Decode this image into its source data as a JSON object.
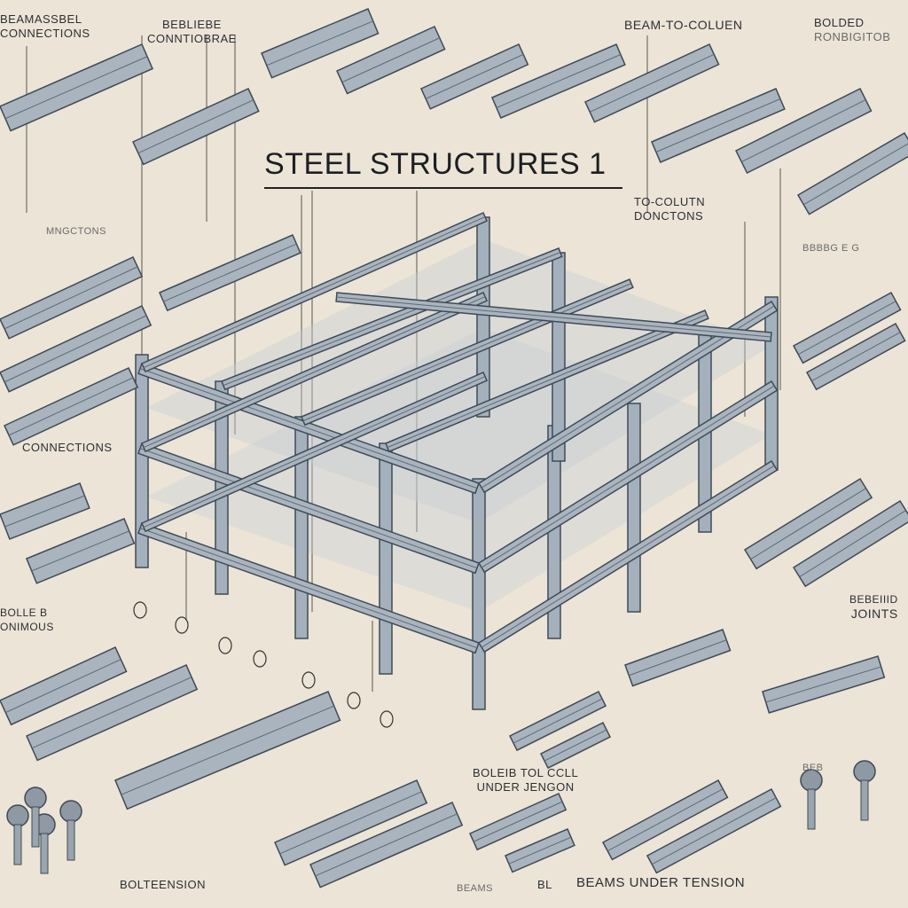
{
  "title": "STEEL STRUCTURES 1",
  "labels": {
    "top_left_1": "BEAMASSBEL",
    "top_left_2": "CONNECTIONS",
    "top_mid_1": "BEBLIEBE",
    "top_mid_2": "CONNTIOBRAE",
    "top_right_1": "BEAM-TO-COLUEN",
    "top_right_2a": "BOLDED",
    "top_right_2b": "RONBIGITOB",
    "right_conn_1": "TO-COLUTN",
    "right_conn_2": "DONCTONS",
    "right_small": "BBBBG E G",
    "left_mngctons": "MNGCTONS",
    "left_connections": "CONNECTIONS",
    "left_bolle_1": "BOLLE B",
    "left_bolle_2": "ONIMOUS",
    "right_joints_1": "BEBEIIID",
    "right_joints_2": "JOINTS",
    "bottom_center_1": "BOLEIB TOL CCLL",
    "bottom_center_2": "UNDER JENGON",
    "bottom_left": "BOLTEENSION",
    "bottom_beams": "BEAMS",
    "bottom_bl": "BL",
    "bottom_right": "BEAMS UNDER TENSION",
    "bolt_tag": "BEB"
  },
  "colors": {
    "paper": "#ece4d6",
    "steel": "#7f8c99",
    "steel_dark": "#3e4a56",
    "ink": "#222222"
  }
}
